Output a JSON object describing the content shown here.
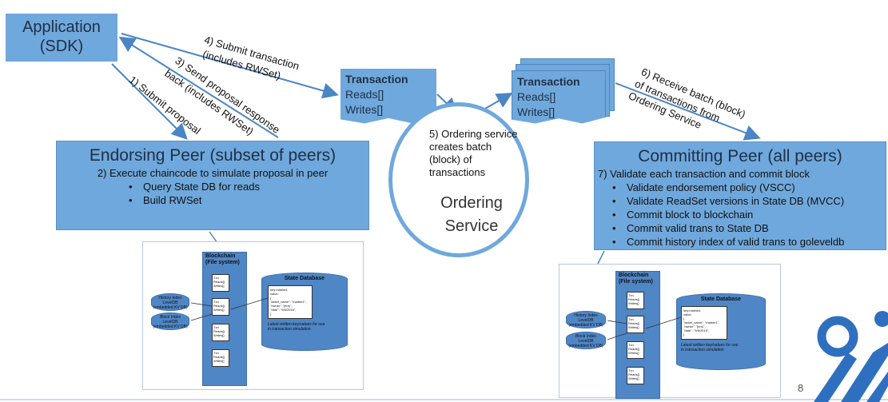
{
  "application": {
    "line1": "Application",
    "line2": "(SDK)"
  },
  "endorsing_peer": {
    "title": "Endorsing Peer (subset of peers)",
    "step": "2) Execute chaincode to simulate proposal in peer",
    "bullets": [
      "Query State DB for reads",
      "Build RWSet"
    ]
  },
  "committing_peer": {
    "title": "Committing Peer (all peers)",
    "step": "7) Validate each transaction and commit block",
    "bullets": [
      "Validate endorsement policy (VSCC)",
      "Validate ReadSet versions in State DB (MVCC)",
      "Commit block to blockchain",
      "Commit valid trans to State DB",
      "Commit history index of valid trans to goleveldb"
    ]
  },
  "transaction_left": {
    "title": "Transaction",
    "reads": "Reads[]",
    "writes": "Writes[]"
  },
  "transaction_right": {
    "title": "Transaction",
    "reads": "Reads[]",
    "writes": "Writes[]"
  },
  "ordering": {
    "step_lines": [
      "5) Ordering service",
      "creates batch",
      "(block) of",
      "transactions"
    ],
    "title_line1": "Ordering",
    "title_line2": "Service"
  },
  "arrows": {
    "submit_tx": [
      "4) Submit transaction",
      "(includes RWSet)"
    ],
    "proposal_response": [
      "3) Send proposal response",
      "back (includes RWSet)"
    ],
    "submit_proposal": "1) Submit proposal",
    "receive_batch": [
      "6) Receive batch (block)",
      "of transactions from",
      "Ordering Service"
    ]
  },
  "architecture": {
    "blockchain_line1": "Blockchain",
    "blockchain_line2": "(File system)",
    "block_label": [
      "Txn",
      "Reads[]",
      "Writes[]"
    ],
    "history_index": [
      "History Index",
      "LevelDB",
      "(embedded KV DB)"
    ],
    "block_index": [
      "Block Index",
      "LevelDB",
      "(embedded KV DB)"
    ],
    "state_db_title": "State Database",
    "state_db_kv": [
      "key:marble1",
      "value:",
      "{",
      "\"asset_name\": \"marble1\",",
      "\"owner\": \"jerry\",",
      "\"date\": \"9/6/2016\",",
      "}"
    ],
    "state_db_note": [
      "Latest written key/values for use",
      "in transaction simulation"
    ]
  },
  "page_number": "8",
  "colors": {
    "box_blue": "#6fa8dc",
    "arrow_blue": "#4a86c5"
  }
}
